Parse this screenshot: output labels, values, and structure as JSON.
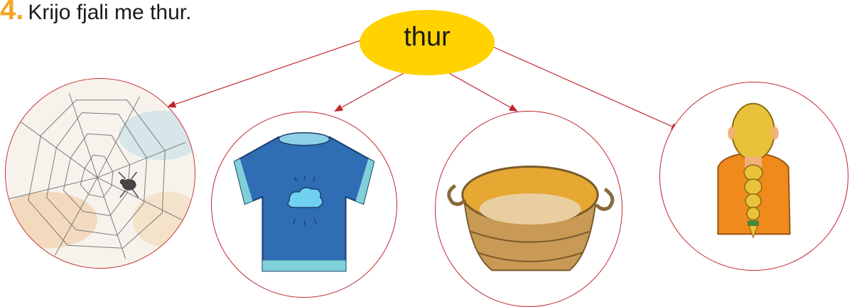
{
  "exercise": {
    "number": "4.",
    "instruction": "Krijo fjali me thur."
  },
  "center_word": "thur",
  "pictures": [
    {
      "name": "spider-web",
      "icon": "spider-web-icon"
    },
    {
      "name": "t-shirt",
      "icon": "t-shirt-icon"
    },
    {
      "name": "basket",
      "icon": "basket-icon"
    },
    {
      "name": "braid",
      "icon": "braid-icon"
    }
  ],
  "colors": {
    "number": "#f5a623",
    "ellipse": "#ffd200",
    "lines": "#c1272d"
  }
}
